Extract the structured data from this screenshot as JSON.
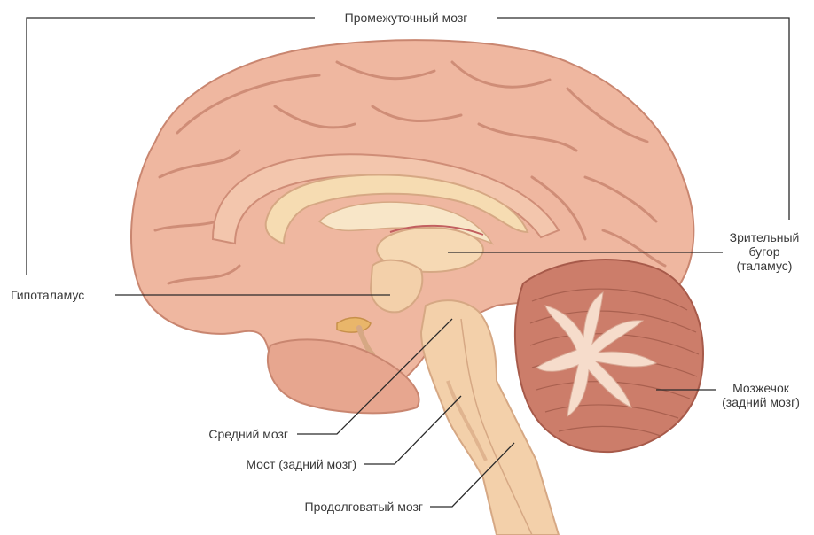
{
  "labels": {
    "diencephalon": "Промежуточный мозг",
    "thalamus_line1": "Зрительный",
    "thalamus_line2": "бугор",
    "thalamus_line3": "(таламус)",
    "hypothalamus": "Гипоталамус",
    "cerebellum_line1": "Мозжечок",
    "cerebellum_line2": "(задний мозг)",
    "midbrain": "Средний мозг",
    "pons": "Мост (задний мозг)",
    "medulla": "Продолговатый мозг"
  },
  "colors": {
    "cortex": "#efb7a0",
    "cortex_dark": "#d98e76",
    "corpus_callosum": "#f6dcb2",
    "brainstem": "#f3d0aa",
    "cerebellum": "#cc7d6a",
    "arbor_vitae": "#f6dccb",
    "leader_line": "#2a2a2a"
  }
}
